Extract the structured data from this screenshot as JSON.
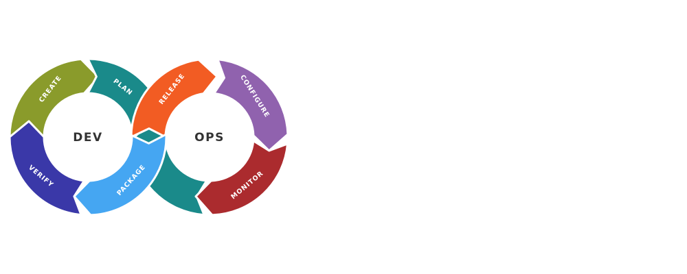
{
  "dev": {
    "hub_label": "DEV",
    "segments": [
      {
        "id": "plan",
        "label": "PLAN",
        "color": "#1A8A8A"
      },
      {
        "id": "create",
        "label": "CREATE",
        "color": "#8A9B2B"
      },
      {
        "id": "verify",
        "label": "VERIFY",
        "color": "#3A38A8"
      },
      {
        "id": "package",
        "label": "PACKAGE",
        "color": "#45A6F2"
      }
    ]
  },
  "ops": {
    "hub_label": "OPS",
    "segments": [
      {
        "id": "release",
        "label": "RELEASE",
        "color": "#F25C23"
      },
      {
        "id": "configure",
        "label": "CONFIGURE",
        "color": "#9062AE"
      },
      {
        "id": "monitor",
        "label": "MONITOR",
        "color": "#AB2B2E"
      },
      {
        "id": "ops-bottom-left",
        "label": "",
        "color": "#1A8A8A"
      }
    ]
  }
}
